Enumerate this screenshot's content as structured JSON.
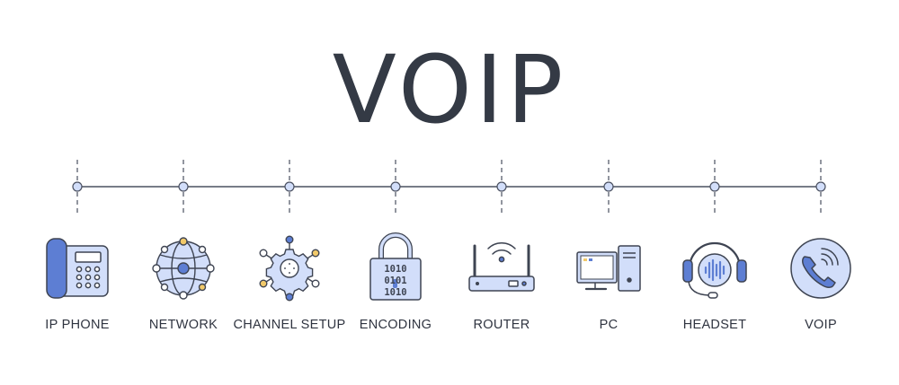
{
  "title": "VOIP",
  "colors": {
    "ink": "#343a45",
    "outline": "#3e4452",
    "fill_light": "#d2defa",
    "fill_blue": "#5d7ed3",
    "accent_yellow": "#f1c96a",
    "background": "#ffffff"
  },
  "items": [
    {
      "label": "IP PHONE",
      "icon": "ip-phone-icon"
    },
    {
      "label": "NETWORK",
      "icon": "network-icon"
    },
    {
      "label": "CHANNEL SETUP",
      "icon": "channel-setup-icon"
    },
    {
      "label": "ENCODING",
      "icon": "encoding-lock-icon"
    },
    {
      "label": "ROUTER",
      "icon": "router-icon"
    },
    {
      "label": "PC",
      "icon": "pc-icon"
    },
    {
      "label": "HEADSET",
      "icon": "headset-icon"
    },
    {
      "label": "VOIP",
      "icon": "voip-call-icon"
    }
  ],
  "encoding_digits": [
    "1010",
    "0101",
    "1010"
  ]
}
